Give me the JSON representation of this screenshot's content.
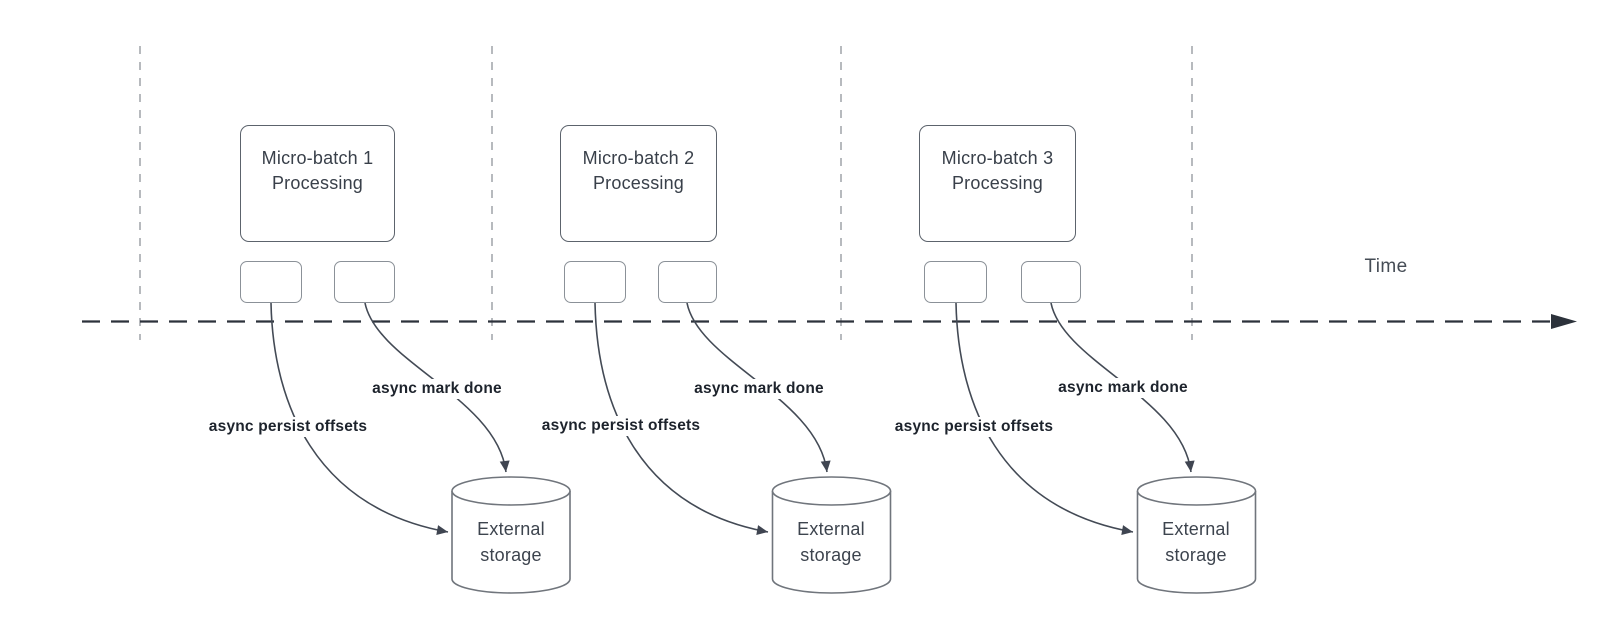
{
  "diagram": {
    "timeline": {
      "label": "Time"
    },
    "groups": [
      {
        "title_line1": "Micro-batch 1",
        "title_line2": "Processing",
        "persist_label": "async persist offsets",
        "done_label": "async mark done",
        "storage_line1": "External",
        "storage_line2": "storage"
      },
      {
        "title_line1": "Micro-batch 2",
        "title_line2": "Processing",
        "persist_label": "async persist offsets",
        "done_label": "async mark done",
        "storage_line1": "External",
        "storage_line2": "storage"
      },
      {
        "title_line1": "Micro-batch 3",
        "title_line2": "Processing",
        "persist_label": "async persist offsets",
        "done_label": "async mark done",
        "storage_line1": "External",
        "storage_line2": "storage"
      }
    ]
  }
}
